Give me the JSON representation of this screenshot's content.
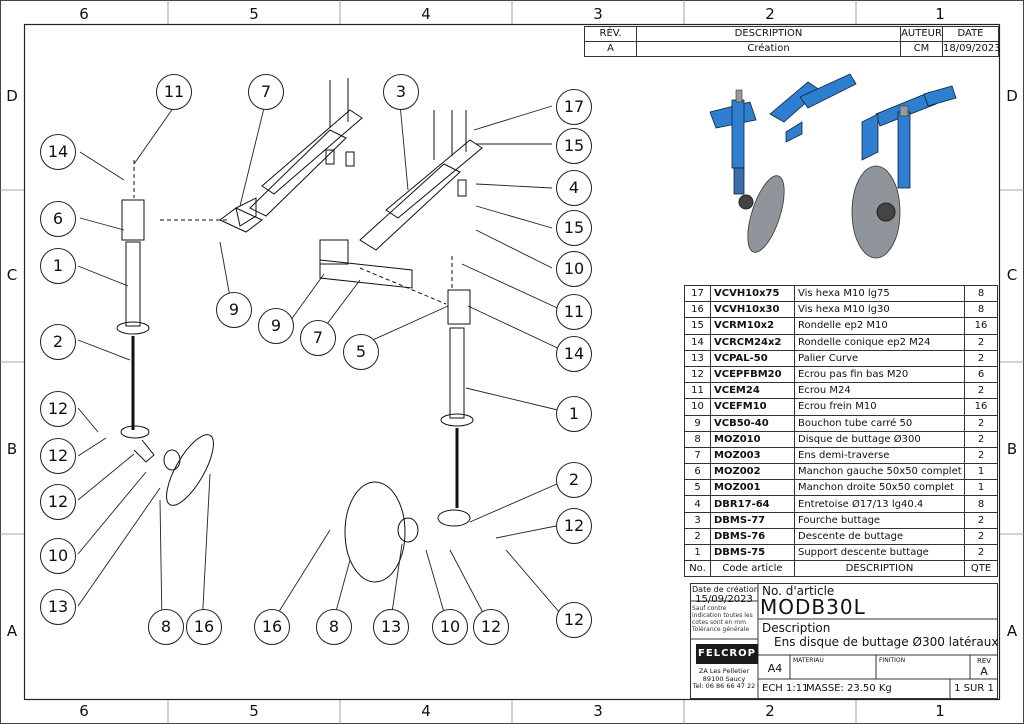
{
  "zones": {
    "columns": [
      "6",
      "5",
      "4",
      "3",
      "2",
      "1"
    ],
    "rows": [
      "D",
      "C",
      "B",
      "A"
    ]
  },
  "revision_table": {
    "headers": [
      "RÉV.",
      "DESCRIPTION",
      "AUTEUR",
      "DATE"
    ],
    "rows": [
      [
        "A",
        "Création",
        "CM",
        "18/09/2023"
      ]
    ]
  },
  "bom": {
    "rows": [
      {
        "no": "17",
        "code": "VCVH10x75",
        "desc": "Vis hexa M10 lg75",
        "qte": "8"
      },
      {
        "no": "16",
        "code": "VCVH10x30",
        "desc": "Vis hexa M10 lg30",
        "qte": "8"
      },
      {
        "no": "15",
        "code": "VCRM10x2",
        "desc": "Rondelle ep2 M10",
        "qte": "16"
      },
      {
        "no": "14",
        "code": "VCRCM24x2",
        "desc": "Rondelle conique ep2 M24",
        "qte": "2"
      },
      {
        "no": "13",
        "code": "VCPAL-50",
        "desc": "Palier Curve",
        "qte": "2"
      },
      {
        "no": "12",
        "code": "VCEPFBM20",
        "desc": "Ecrou pas fin bas M20",
        "qte": "6"
      },
      {
        "no": "11",
        "code": "VCEM24",
        "desc": "Ecrou M24",
        "qte": "2"
      },
      {
        "no": "10",
        "code": "VCEFM10",
        "desc": "Ecrou frein M10",
        "qte": "16"
      },
      {
        "no": "9",
        "code": "VCB50-40",
        "desc": "Bouchon tube carré 50",
        "qte": "2"
      },
      {
        "no": "8",
        "code": "MOZ010",
        "desc": "Disque de buttage Ø300",
        "qte": "2"
      },
      {
        "no": "7",
        "code": "MOZ003",
        "desc": "Ens demi-traverse",
        "qte": "2"
      },
      {
        "no": "6",
        "code": "MOZ002",
        "desc": "Manchon gauche 50x50 complet",
        "qte": "1"
      },
      {
        "no": "5",
        "code": "MOZ001",
        "desc": "Manchon droite 50x50 complet",
        "qte": "1"
      },
      {
        "no": "4",
        "code": "DBR17-64",
        "desc": "Entretoise Ø17/13 lg40.4",
        "qte": "8"
      },
      {
        "no": "3",
        "code": "DBMS-77",
        "desc": "Fourche buttage",
        "qte": "2"
      },
      {
        "no": "2",
        "code": "DBMS-76",
        "desc": "Descente de buttage",
        "qte": "2"
      },
      {
        "no": "1",
        "code": "DBMS-75",
        "desc": "Support descente buttage",
        "qte": "2"
      }
    ],
    "headers": {
      "no": "No.",
      "code": "Code article",
      "desc": "DESCRIPTION",
      "qte": "QTE"
    }
  },
  "title_block": {
    "date_label": "Date de création",
    "date_value": "15/09/2023",
    "notes": [
      "Sauf contre",
      "indication toutes les",
      "cotes sont en mm",
      "Tolérance générale"
    ],
    "article_label": "No. d'article",
    "article_value": "MODB30L",
    "description_label": "Description",
    "description_value": "Ens disque de buttage Ø300 latéraux",
    "logo_text": "FELCROP",
    "address": [
      "ZA Les Pelletier",
      "89100 Saucy",
      "Tel: 06 86 66 47 22"
    ],
    "format": "A4",
    "materiau_label": "MATERIAU",
    "finition_label": "FINITION",
    "rev_label": "REV",
    "rev_value": "A",
    "echelle": "ECH 1:11",
    "masse": "MASSE: 23.50 Kg",
    "sheet": "1 SUR 1"
  },
  "balloons": [
    "11",
    "7",
    "3",
    "17",
    "14",
    "15",
    "6",
    "4",
    "15",
    "10",
    "1",
    "9",
    "11",
    "9",
    "7",
    "5",
    "14",
    "2",
    "1",
    "12",
    "12",
    "2",
    "12",
    "10",
    "12",
    "13",
    "8",
    "16",
    "16",
    "8",
    "13",
    "10",
    "12",
    "12"
  ],
  "colors": {
    "part_blue": "#2f7fd0",
    "disc_grey": "#8f959a",
    "frame": "#222222"
  }
}
